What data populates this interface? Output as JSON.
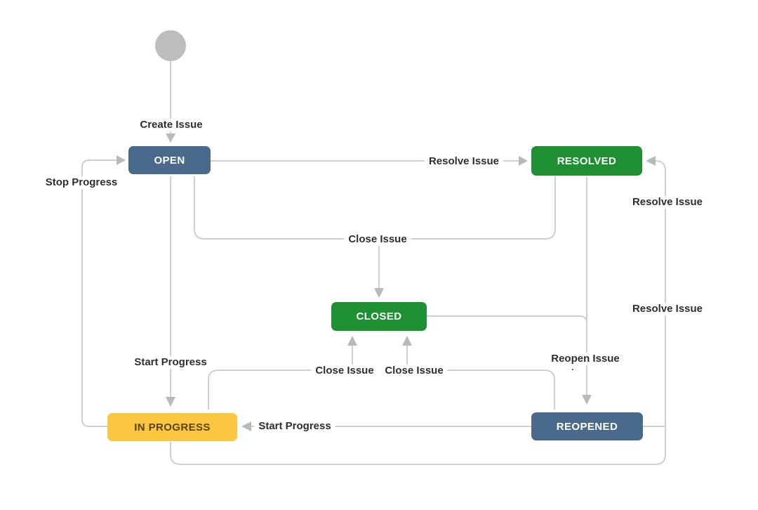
{
  "diagram": {
    "type": "workflow",
    "colors": {
      "background": "#ffffff",
      "line": "#cfcfcf",
      "arrow": "#b9b9b9",
      "start_node": "#bdbdbd",
      "label_text": "#2e2e2e",
      "status_blue": "#4a6a8c",
      "status_green": "#1f9032",
      "status_yellow": "#fbc740",
      "status_yellow_text": "#594300",
      "status_text": "#ffffff"
    },
    "states": [
      {
        "id": "open",
        "label": "OPEN",
        "color": "#4a6a8c",
        "text_color": "#ffffff"
      },
      {
        "id": "resolved",
        "label": "RESOLVED",
        "color": "#1f9032",
        "text_color": "#ffffff"
      },
      {
        "id": "closed",
        "label": "CLOSED",
        "color": "#1f9032",
        "text_color": "#ffffff"
      },
      {
        "id": "in-progress",
        "label": "IN PROGRESS",
        "color": "#fbc740",
        "text_color": "#594300"
      },
      {
        "id": "reopened",
        "label": "REOPENED",
        "color": "#4a6a8c",
        "text_color": "#ffffff"
      }
    ],
    "transition_labels": [
      {
        "id": "create-issue",
        "label": "Create Issue"
      },
      {
        "id": "resolve-issue-open",
        "label": "Resolve Issue"
      },
      {
        "id": "stop-progress",
        "label": "Stop Progress"
      },
      {
        "id": "close-issue-shared",
        "label": "Close Issue"
      },
      {
        "id": "start-progress-open",
        "label": "Start Progress"
      },
      {
        "id": "close-issue-in-progress",
        "label": "Close Issue"
      },
      {
        "id": "close-issue-reopened",
        "label": "Close Issue"
      },
      {
        "id": "reopen-issue",
        "label": "Reopen Issue"
      },
      {
        "id": "start-progress-reopened",
        "label": "Start Progress"
      },
      {
        "id": "resolve-issue-right-upper",
        "label": "Resolve Issue"
      },
      {
        "id": "resolve-issue-right-lower",
        "label": "Resolve Issue"
      }
    ],
    "stray_dot": "."
  }
}
